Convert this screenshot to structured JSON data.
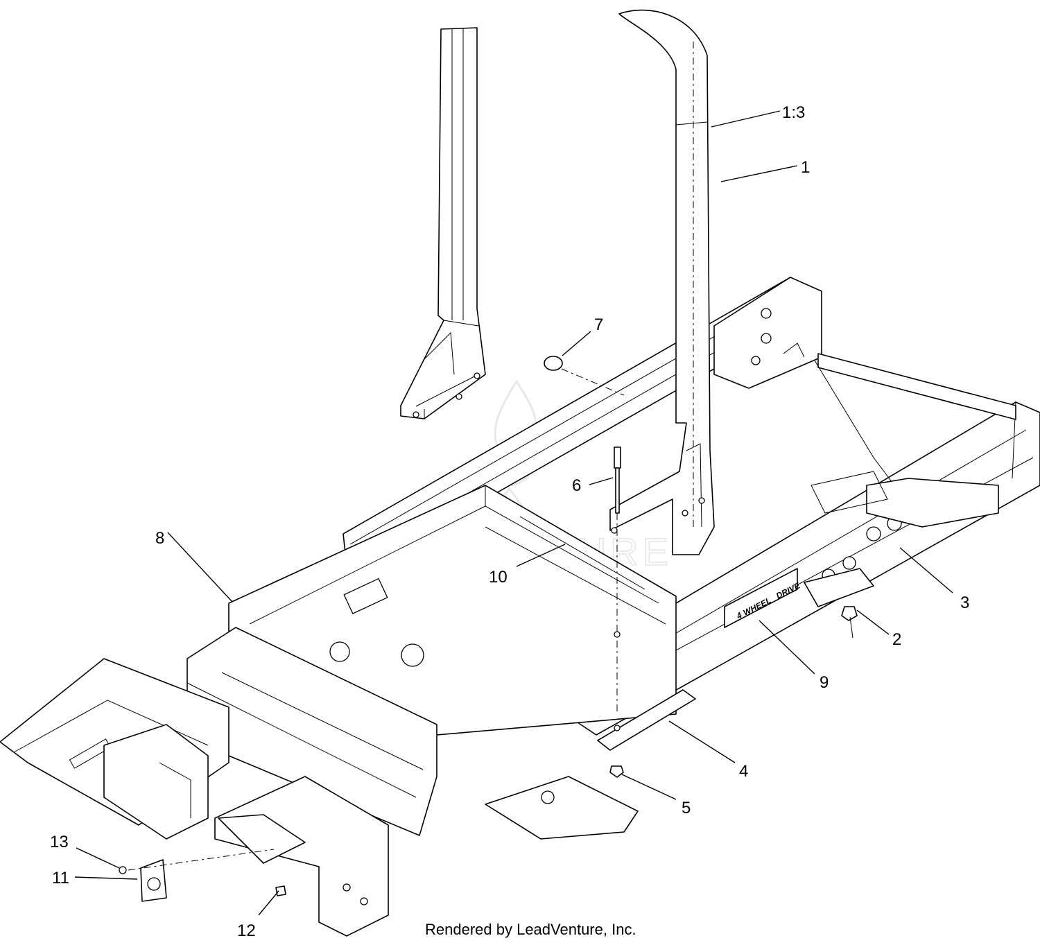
{
  "diagram": {
    "callouts": [
      {
        "id": "c1_3",
        "label": "1:3"
      },
      {
        "id": "c1",
        "label": "1"
      },
      {
        "id": "c2",
        "label": "2"
      },
      {
        "id": "c3",
        "label": "3"
      },
      {
        "id": "c4",
        "label": "4"
      },
      {
        "id": "c5",
        "label": "5"
      },
      {
        "id": "c6",
        "label": "6"
      },
      {
        "id": "c7",
        "label": "7"
      },
      {
        "id": "c8",
        "label": "8"
      },
      {
        "id": "c9",
        "label": "9"
      },
      {
        "id": "c10",
        "label": "10"
      },
      {
        "id": "c11",
        "label": "11"
      },
      {
        "id": "c12",
        "label": "12"
      },
      {
        "id": "c13",
        "label": "13"
      }
    ],
    "decal": {
      "line1": "WHEEL",
      "line2": "DRIVE",
      "prefix": "4"
    },
    "watermark": "LEADVENTURE",
    "credit": "Rendered by LeadVenture, Inc."
  }
}
